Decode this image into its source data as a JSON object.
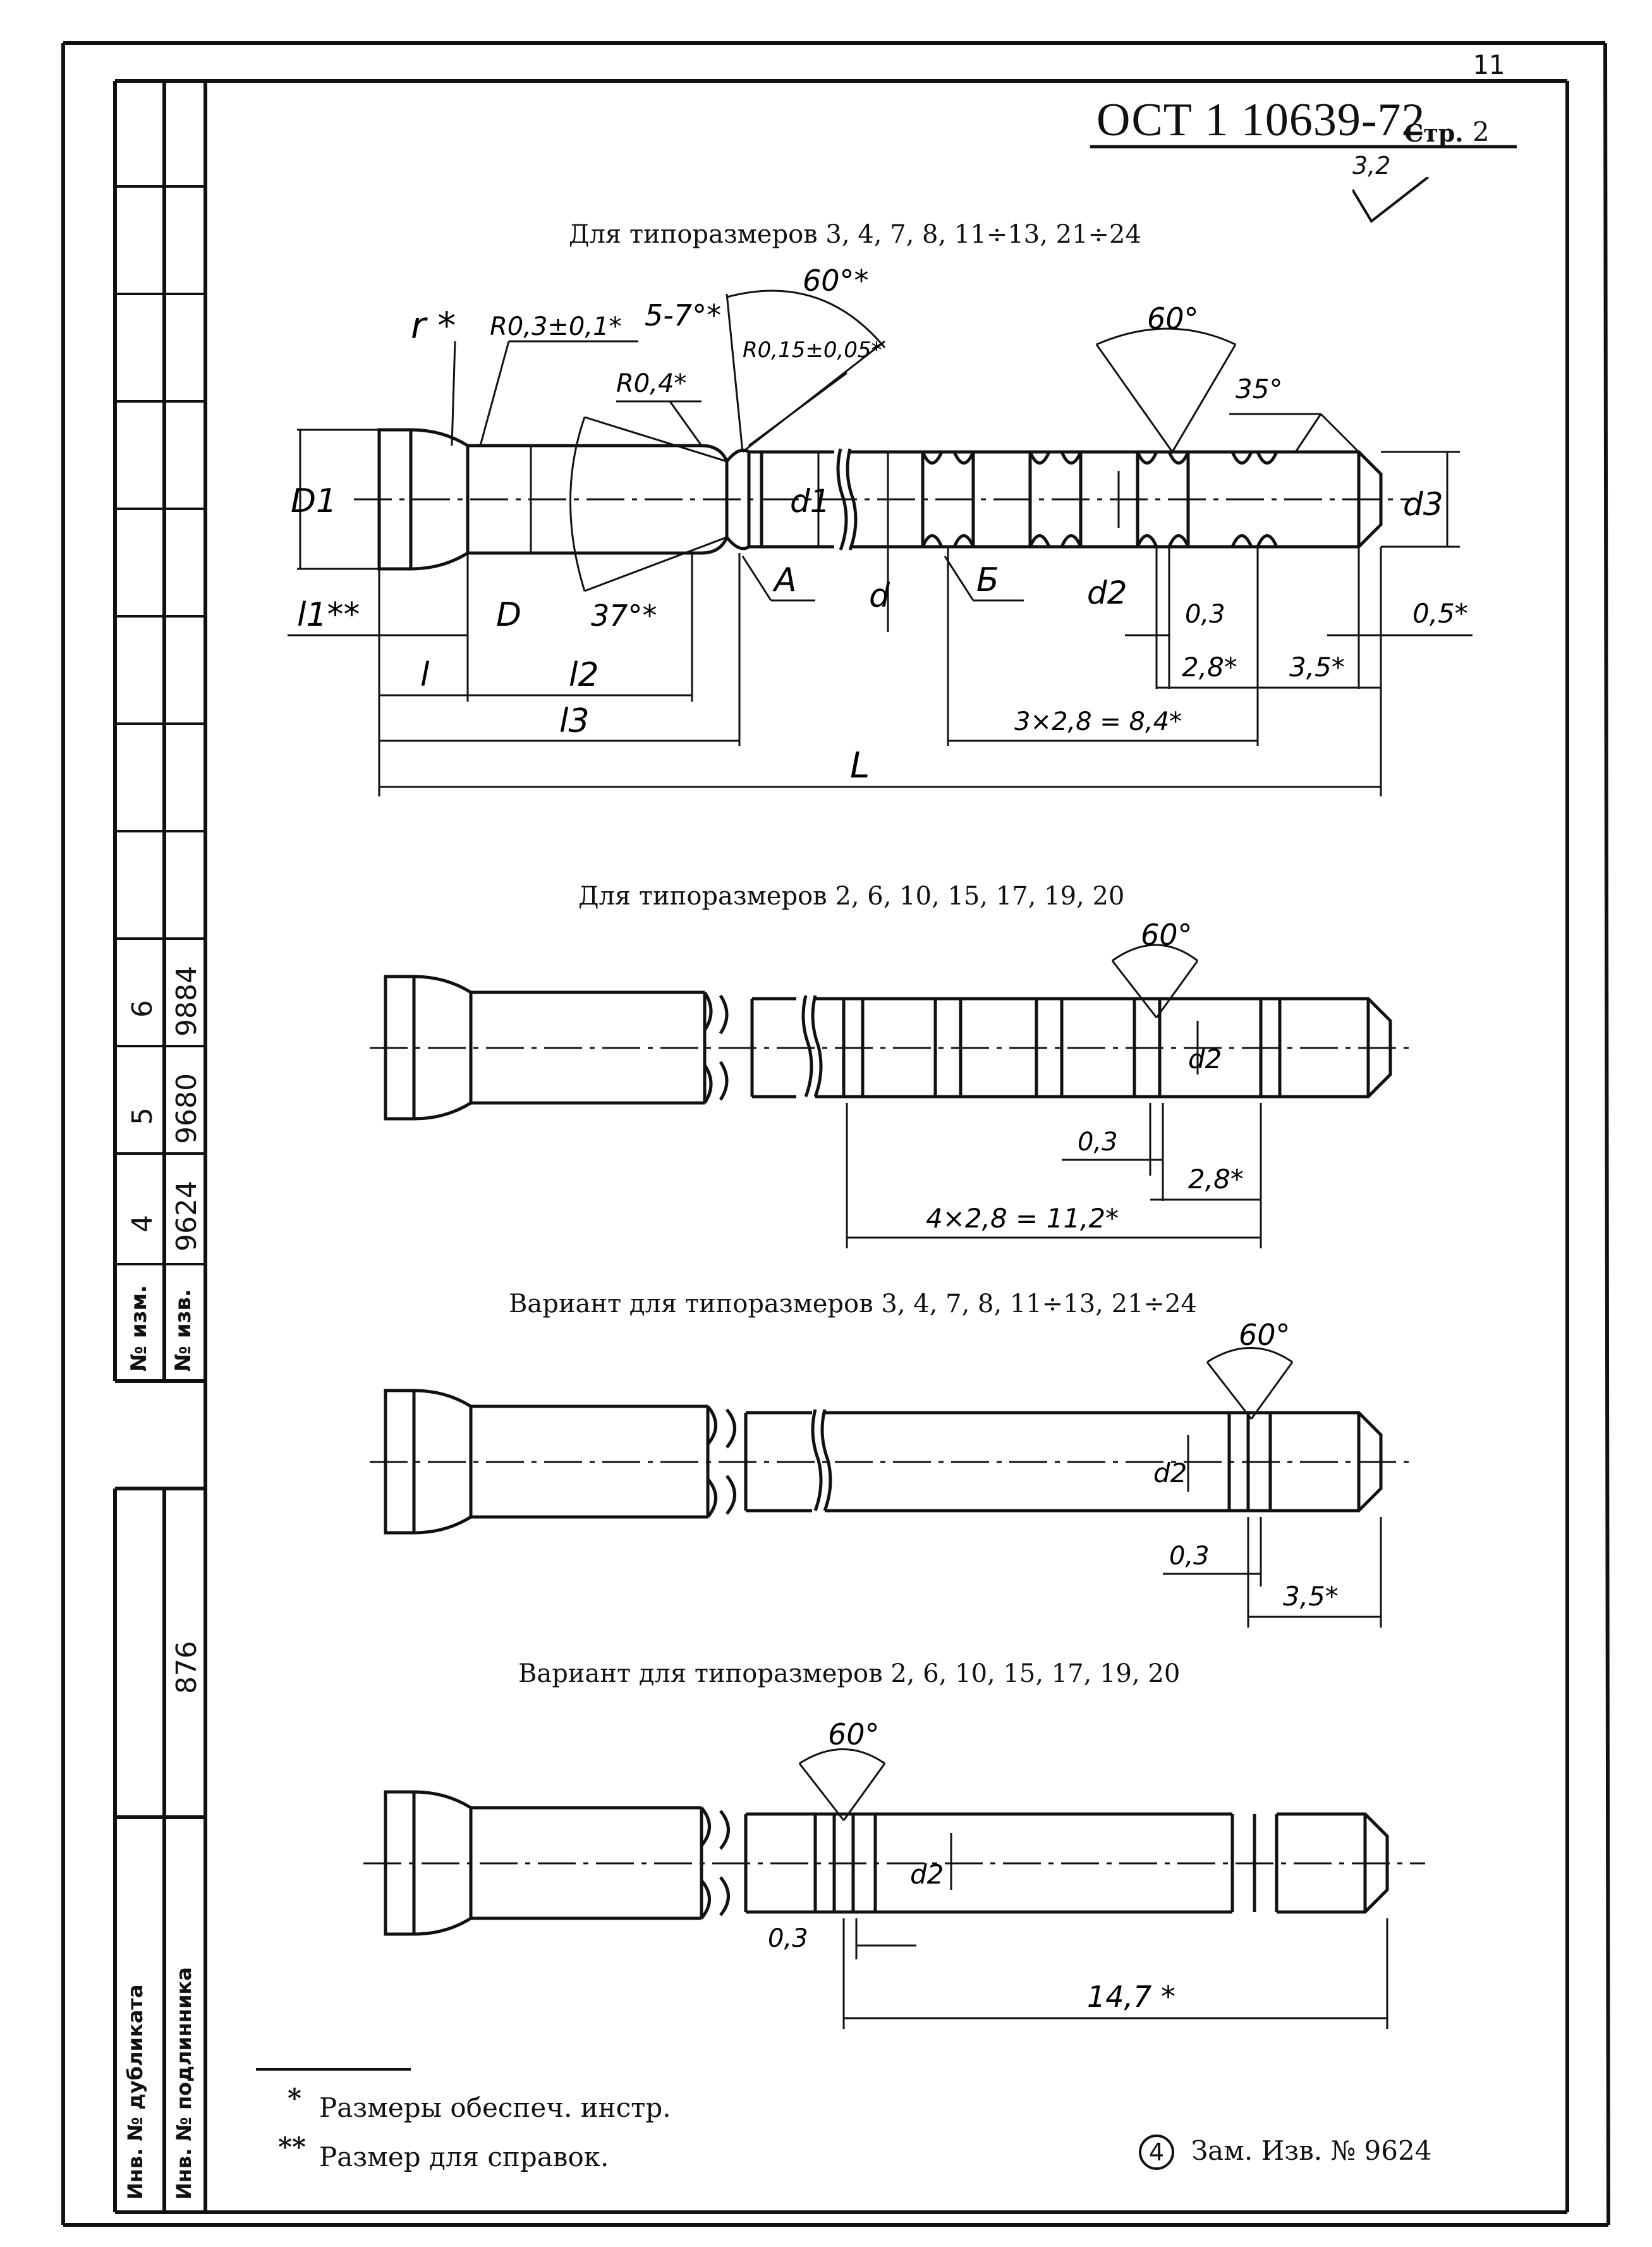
{
  "header": {
    "sheet_number": "11",
    "document_code": "ОСТ 1 10639-72",
    "page_label": "Стр.",
    "page_number": "2",
    "roughness": "3,2"
  },
  "side_table": {
    "change_numbers": [
      "4",
      "5",
      "6"
    ],
    "notice_numbers": [
      "9624",
      "9680",
      "9884"
    ],
    "row_label_change": "№ изм.",
    "row_label_notice": "№ изв.",
    "inv_number": "876",
    "dup_label": "Инв. № дубликата",
    "orig_label": "Инв. № подлинника"
  },
  "captions": [
    "Для типоразмеров 3, 4, 7, 8, 11÷13, 21÷24",
    "Для типоразмеров 2, 6, 10, 15, 17, 19, 20",
    "Вариант для типоразмеров 3, 4, 7, 8, 11÷13, 21÷24",
    "Вариант для типоразмеров 2, 6, 10, 15, 17, 19, 20"
  ],
  "drawing1": {
    "r": "r *",
    "r03": "R0,3±0,1*",
    "r04": "R0,4*",
    "angle57": "5-7°*",
    "angle60top": "60°*",
    "r015": "R0,15±0,05*",
    "angle60": "60°",
    "angle35": "35°",
    "D1": "D1",
    "D": "D",
    "angle37": "37°*",
    "A": "А",
    "d": "d",
    "d1": "d1",
    "B": "Б",
    "d2": "d2",
    "d3": "d3",
    "l1": "l1**",
    "l": "l",
    "l2": "l2",
    "l3": "l3",
    "L": "L",
    "dim03": "0,3",
    "dim05": "0,5*",
    "dim28": "2,8*",
    "dim35": "3,5*",
    "dim84": "3×2,8 = 8,4*"
  },
  "drawing2": {
    "angle60": "60°",
    "d2": "d2",
    "dim03": "0,3",
    "dim28": "2,8*",
    "dim112": "4×2,8 = 11,2*"
  },
  "drawing3": {
    "angle60": "60°",
    "d2": "d2",
    "dim03": "0,3",
    "dim35": "3,5*"
  },
  "drawing4": {
    "angle60": "60°",
    "d2": "d2",
    "dim03": "0,3",
    "dim147": "14,7 *"
  },
  "notes": {
    "star1": "*",
    "note1": "Размеры обеспеч. инстр.",
    "star2": "**",
    "note2": "Размер для справок.",
    "circle_num": "4",
    "change_text": "Зам. Изв. № 9624"
  }
}
